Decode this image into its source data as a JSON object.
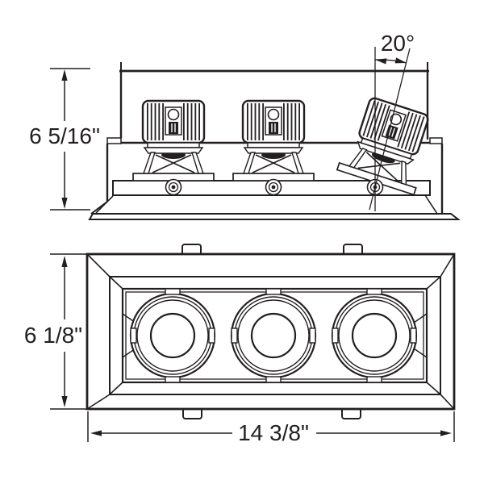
{
  "drawing": {
    "kind": "recessed-triple-light-fixture-dimension-drawing",
    "side_view": {
      "height_label": "6 5/16\"",
      "tilt_label": "20°"
    },
    "plan_view": {
      "height_label": "6 1/8\"",
      "width_label": "14 3/8\""
    },
    "colors": {
      "line": "#231f20",
      "background": "#ffffff"
    }
  }
}
